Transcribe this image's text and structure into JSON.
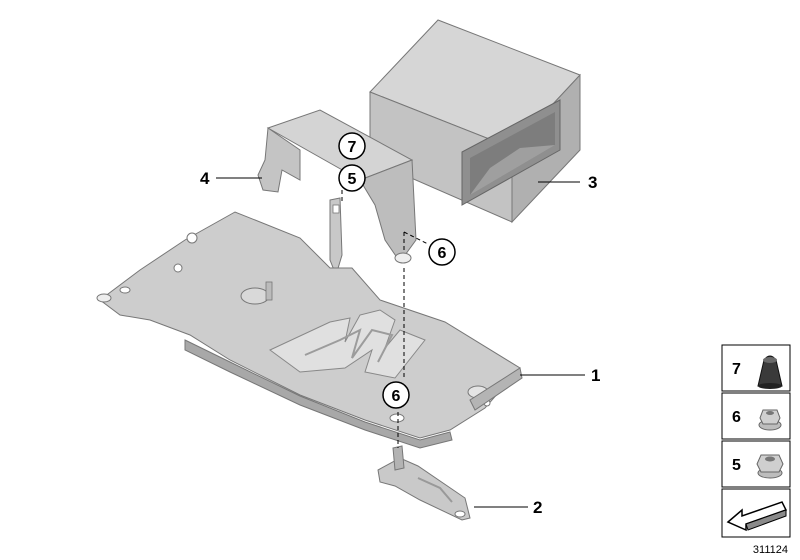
{
  "callouts": {
    "bracket_plate": "1",
    "holder_bracket": "2",
    "box_housing": "3",
    "top_bracket": "4",
    "hex_nut_circle": "5",
    "hex_nut_circle_upper": "6",
    "hex_nut_circle_lower": "6",
    "grommet_circle": "7"
  },
  "legend": {
    "items": [
      {
        "number": "7",
        "icon": "grommet-icon"
      },
      {
        "number": "6",
        "icon": "flange-nut-icon"
      },
      {
        "number": "5",
        "icon": "hex-nut-icon"
      }
    ],
    "arrow_icon": "direction-arrow-icon"
  },
  "reference_number": "311124",
  "colors": {
    "metal_light": "#d4d4d4",
    "metal_mid": "#bdbdbd",
    "metal_dark": "#9a9a9a",
    "outline": "#555555"
  }
}
